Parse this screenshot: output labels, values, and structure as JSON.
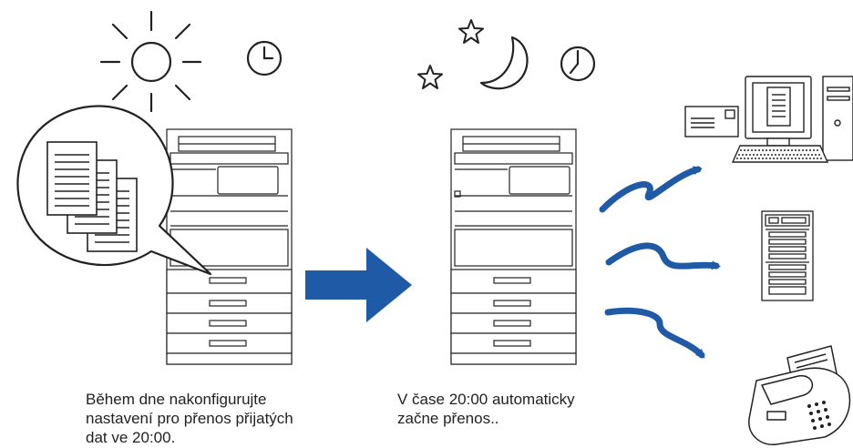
{
  "captions": {
    "daytime": {
      "line1": "Během dne nakonfigurujte",
      "line2": "nastavení pro přenos přijatých",
      "line3": "dat ve 20:00."
    },
    "evening": {
      "line1": "V čase 20:00 automaticky",
      "line2": "začne přenos.."
    }
  },
  "colors": {
    "accent_blue": "#1f5aa6",
    "line": "#222222"
  },
  "icons": [
    "sun-icon",
    "clock-icon",
    "moon-icon",
    "star-icon",
    "document-stack-icon",
    "speech-bubble-icon",
    "printer-icon",
    "arrow-right-icon",
    "envelope-icon",
    "computer-icon",
    "server-icon",
    "fax-icon"
  ]
}
